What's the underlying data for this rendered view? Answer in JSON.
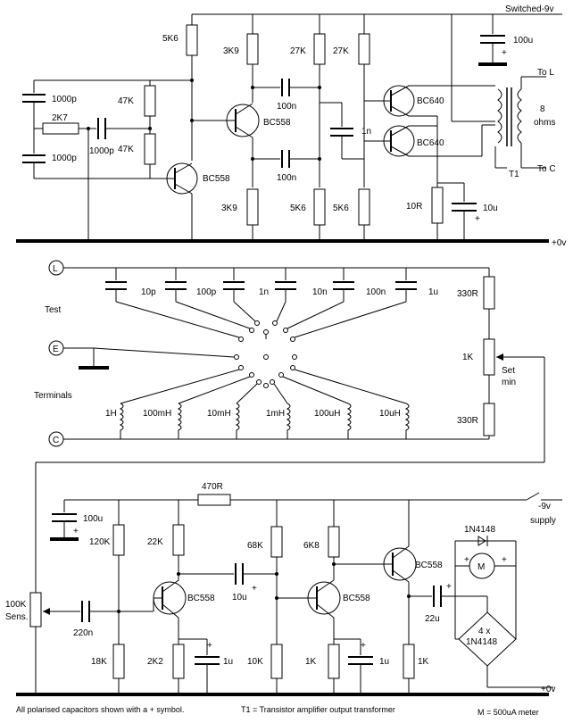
{
  "labels": {
    "switched_supply": "Switched-9v",
    "rail_0v": "+0v",
    "to_l": "To  L",
    "to_c": "To  C",
    "ohms_8": "8",
    "ohms_unit": "ohms",
    "t1": "T1",
    "test": "Test",
    "terminals": "Terminals",
    "set_min_1": "Set",
    "set_min_2": "min",
    "supply_9v": "-9v",
    "supply_word": "supply",
    "sens_1": "100K",
    "sens_2": "Sens.",
    "plus": "+"
  },
  "terminals": {
    "l": "L",
    "e": "E",
    "c": "C"
  },
  "oscillator": {
    "r1": "5K6",
    "r2": "3K9",
    "r3": "27K",
    "r4": "27K",
    "r5": "47K",
    "r6": "47K",
    "r7": "2K7",
    "r8": "3K9",
    "r9": "5K6",
    "r10": "5K6",
    "r11": "10R",
    "c1": "1000p",
    "c2": "1000p",
    "c3": "1000p",
    "c4": "100n",
    "c5": "100n",
    "c6": "1n",
    "c7": "100u",
    "c8": "10u",
    "q1": "BC558",
    "q2": "BC558",
    "q3": "BC640",
    "q4": "BC640"
  },
  "selector": {
    "caps": [
      "10p",
      "100p",
      "1n",
      "10n",
      "100n",
      "1u"
    ],
    "inductors": [
      "1H",
      "100mH",
      "10mH",
      "1mH",
      "100uH",
      "10uH"
    ],
    "r_top": "330R",
    "pot": "1K",
    "r_bottom": "330R"
  },
  "detector": {
    "r470": "470R",
    "c100u": "100u",
    "r120k": "120K",
    "r22k": "22K",
    "r68k": "68K",
    "r6k8": "6K8",
    "r18k": "18K",
    "r2k2": "2K2",
    "r10k": "10K",
    "r1k_a": "1K",
    "r1k_b": "1K",
    "c220n": "220n",
    "c10u": "10u",
    "c1u_a": "1u",
    "c1u_b": "1u",
    "c22u": "22u",
    "q5": "BC558",
    "q6": "BC558",
    "q7": "BC558",
    "diode": "1N4148",
    "bridge_1": "4 x",
    "bridge_2": "1N4148",
    "meter": "M"
  },
  "notes": {
    "polarised": "All polarised capacitors shown with a + symbol.",
    "transformer": "T1 = Transistor amplifier output transformer",
    "meter": "M = 500uA meter"
  }
}
